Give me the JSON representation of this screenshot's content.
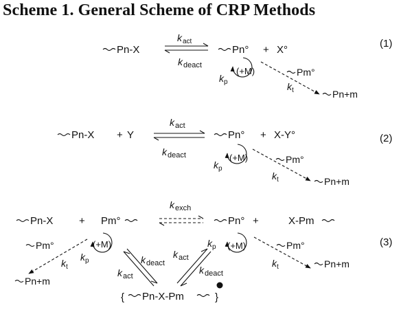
{
  "title": "Scheme 1.  General Scheme of CRP Methods",
  "scheme": {
    "eq1": {
      "number": "(1)",
      "reactant": "Pn-X",
      "product": "Pn°",
      "plus": "+",
      "cap": "X°",
      "k_forward": "k",
      "k_forward_sub": "act",
      "k_reverse": "k",
      "k_reverse_sub": "deact",
      "kp": "k",
      "kp_sub": "p",
      "monomer": "(+M)",
      "coupling_partner": "Pm°",
      "kt": "k",
      "kt_sub": "t",
      "dead_chain": "Pn+m"
    },
    "eq2": {
      "number": "(2)",
      "reactant": "Pn-X",
      "plus1": "+",
      "reagent": "Y",
      "product": "Pn°",
      "plus2": "+",
      "cap": "X-Y°",
      "k_forward": "k",
      "k_forward_sub": "act",
      "k_reverse": "k",
      "k_reverse_sub": "deact",
      "kp": "k",
      "kp_sub": "p",
      "monomer": "(+M)",
      "coupling_partner": "Pm°",
      "kt": "k",
      "kt_sub": "t",
      "dead_chain": "Pn+m"
    },
    "eq3": {
      "number": "(3)",
      "left_dormant": "Pn-X",
      "plus_left": "+",
      "left_radical": "Pm°",
      "k_exch": "k",
      "k_exch_sub": "exch",
      "right_radical": "Pn°",
      "plus_right": "+",
      "right_dormant": "X-Pm",
      "monomer_left": "(+M)",
      "monomer_right": "(+M)",
      "kp_left": "k",
      "kp_left_sub": "p",
      "kp_right": "k",
      "kp_right_sub": "p",
      "partner_left": "Pm°",
      "partner_right": "Pm°",
      "kt_left": "k",
      "kt_left_sub": "t",
      "kt_right": "k",
      "kt_right_sub": "t",
      "dead_left": "Pn+m",
      "dead_right": "Pn+m",
      "k_deact_left": "k",
      "k_deact_left_sub": "deact",
      "k_act_left": "k",
      "k_act_left_sub": "act",
      "k_act_right": "k",
      "k_act_right_sub": "act",
      "k_deact_right": "k",
      "k_deact_right_sub": "deact",
      "intermediate_open": "{",
      "intermediate": "Pn-X-Pm",
      "intermediate_close": "}"
    }
  }
}
